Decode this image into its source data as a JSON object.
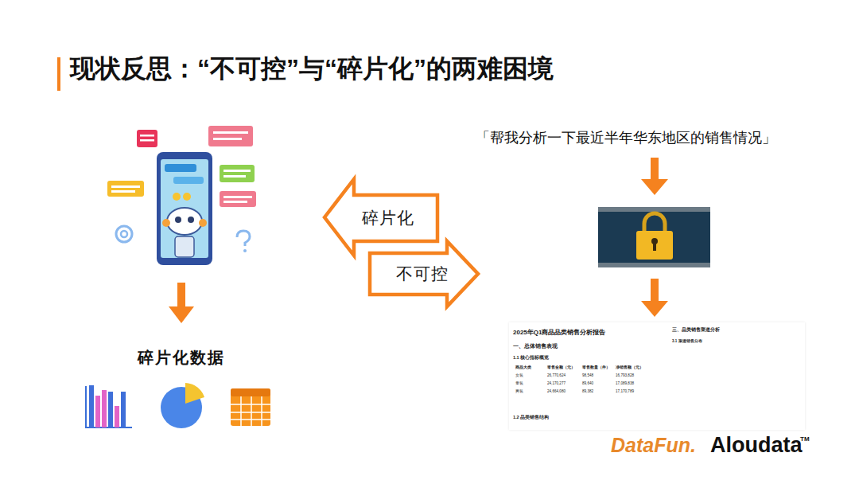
{
  "diagram": {
    "title": "现状反思：“不可控”与“碎片化”的两难困境",
    "nodes": [
      {
        "text": [
          "碎片化"
        ]
      },
      {
        "text": [
          "不可控"
        ]
      },
      {
        "text": [
          "2025年Q1商品品类销售分析报告",
          "一、总体销售表现",
          "1.1 核心指标概览",
          "商品大类",
          "零售金额（元）",
          "零售数量（件）",
          "净销售额（元）",
          "女装",
          "26,770,624",
          "98,548",
          "16,793,828",
          "童装",
          "24,170,277",
          "89,640",
          "17,089,838",
          "男装",
          "24,664,080",
          "89,382",
          "17,170,789",
          "1.2 品类销售结构",
          "三、品类销售渠道分析",
          "3.1 渠道销售分布"
        ]
      }
    ],
    "labels": [
      "「帮我分析一下最近半年华东地区的销售情况」",
      "碎片化数据",
      "DataFun.",
      "Aloudata",
      "TM"
    ]
  }
}
